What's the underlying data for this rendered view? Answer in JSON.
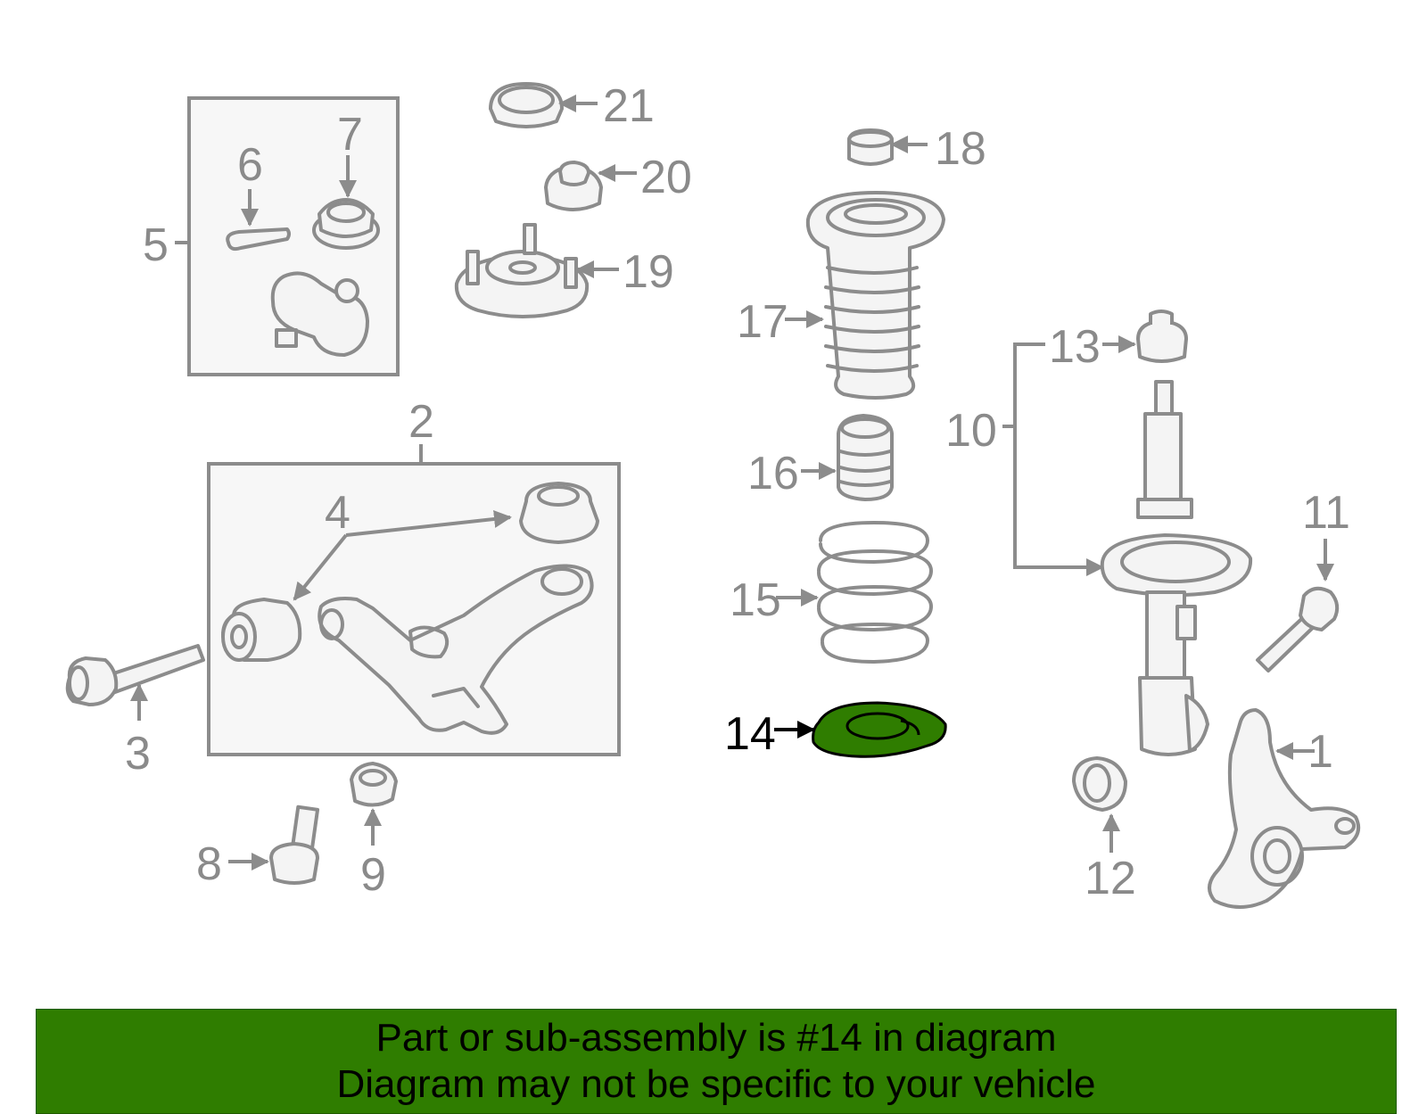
{
  "diagram": {
    "callouts": {
      "c1": "1",
      "c2": "2",
      "c3": "3",
      "c4": "4",
      "c5": "5",
      "c6": "6",
      "c7": "7",
      "c8": "8",
      "c9": "9",
      "c10": "10",
      "c11": "11",
      "c12": "12",
      "c13": "13",
      "c14": "14",
      "c15": "15",
      "c16": "16",
      "c17": "17",
      "c18": "18",
      "c19": "19",
      "c20": "20",
      "c21": "21"
    },
    "highlighted_part": "14",
    "highlight_color": "#2f7d00",
    "line_color": "#8c8c8c"
  },
  "banner": {
    "line1": "Part or sub-assembly is #14 in diagram",
    "line2": "Diagram may not be specific to your vehicle",
    "background": "#2f7d00"
  }
}
